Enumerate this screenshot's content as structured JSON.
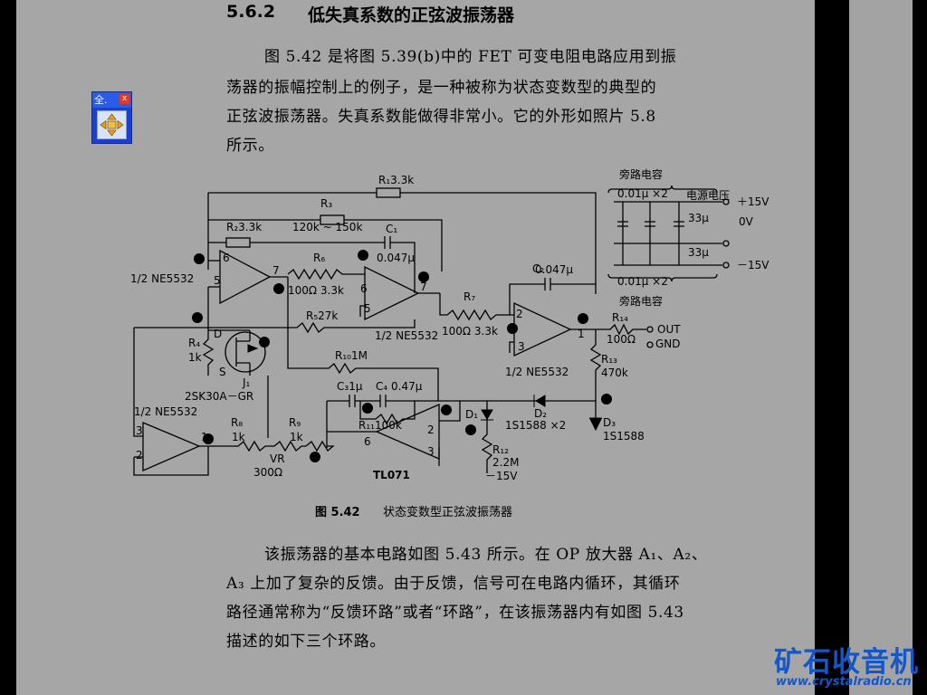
{
  "section": {
    "number": "5.6.2",
    "title": "低失真系数的正弦波振荡器"
  },
  "intro_lines": [
    "图 5.42 是将图 5.39(b)中的 FET 可变电阻电路应用到振",
    "荡器的振幅控制上的例子，是一种被称为状态变数型的典型的",
    "正弦波振荡器。失真系数能做得非常小。它的外形如照片 5.8",
    "所示。"
  ],
  "figure": {
    "caption_number": "图 5.42",
    "caption_text": "状态变数型正弦波振荡器",
    "labels": {
      "r1": "R₁3.3k",
      "r2": "R₂3.3k",
      "r3": "R₃",
      "r3v": "120k ~ 150k",
      "r4": "R₄",
      "r4v": "1k",
      "r5": "R₅27k",
      "r6": "R₆",
      "r6v": "100Ω 3.3k",
      "r7": "R₇",
      "r7v": "100Ω 3.3k",
      "r8": "R₈",
      "r8v": "1k",
      "r9": "R₉",
      "r9v": "1k",
      "r10": "R₁₀1M",
      "r11": "R₁₁100k",
      "r12": "R₁₂",
      "r12v": "2.2M",
      "r13": "R₁₃",
      "r13v": "470k",
      "r14": "R₁₄",
      "r14v": "100Ω",
      "c1": "C₁",
      "c1v": "0.047μ",
      "c2": "C₂",
      "c2v": "0.047μ",
      "c3": "C₃1μ",
      "c4": "C₄ 0.47μ",
      "u1": "1/2 NE5532",
      "u2": "1/2 NE5532",
      "u3": "1/2 NE5532",
      "u4": "1/2 NE5532",
      "u5": "TL071",
      "fet": "2SK30A－GR",
      "fet_j": "J₁",
      "fet_d": "D",
      "fet_s": "S",
      "vr": "VR",
      "vrv": "300Ω",
      "d1": "D₁",
      "d2": "D₂",
      "d3": "D₃",
      "d12": "1S1588 ×2",
      "d3v": "1S1588",
      "out": "OUT",
      "gnd": "GND",
      "m15": "－15V",
      "bypass_top": "旁路电容",
      "bypass_top_val": "0.01μ ×2",
      "bypass_bot": "旁路电容",
      "bypass_bot_val": "0.01μ ×2",
      "power": "电源电压",
      "p15": "＋15V",
      "p0": "0V",
      "n15": "－15V",
      "cap33a": "33μ",
      "cap33b": "33μ",
      "pins": [
        "6",
        "7",
        "5",
        "2",
        "1",
        "3",
        "6",
        "7",
        "5",
        "2",
        "1",
        "3",
        "6",
        "2",
        "3"
      ]
    }
  },
  "body_lines": [
    "该振荡器的基本电路如图 5.43 所示。在 OP 放大器 A₁、A₂、",
    "A₃ 上加了复杂的反馈。由于反馈，信号可在电路内循环，其循环",
    "路径通常称为“反馈环路”或者“环路”，在该振荡器内有如图 5.43",
    "描述的如下三个环路。"
  ],
  "widget": {
    "label": "全.",
    "close": "x"
  },
  "logo": {
    "text": "矿石收音机",
    "url": "www.crystalradio.cn"
  },
  "colors": {
    "page": "#a6a6a6",
    "logo": "#1457c8"
  }
}
